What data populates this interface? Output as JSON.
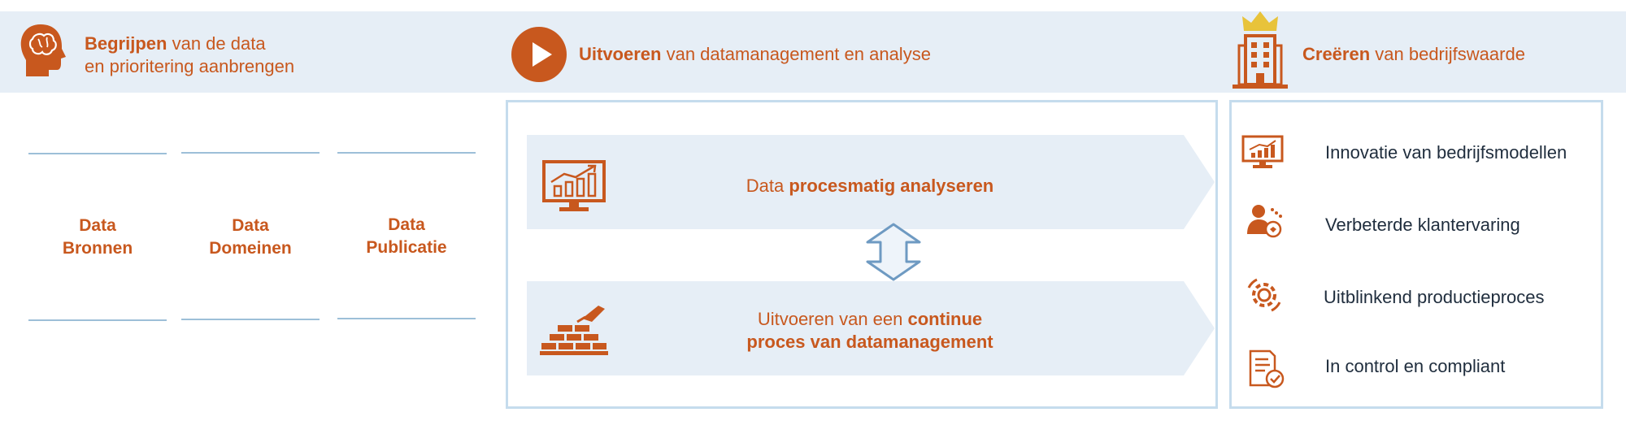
{
  "header": {
    "understand": {
      "strong": "Begrijpen",
      "rest_line1": " van de data",
      "line2": "en prioritering aanbrengen",
      "icon": "brain-head-icon"
    },
    "execute": {
      "strong": "Uitvoeren",
      "rest": " van datamanagement en analyse",
      "icon": "play-button-icon"
    },
    "create": {
      "strong": "Creëren",
      "rest": " van bedrijfswaarde",
      "icon": "crowned-building-icon"
    }
  },
  "data_columns": [
    {
      "line1": "Data",
      "line2": "Bronnen"
    },
    {
      "line1": "Data",
      "line2": "Domeinen"
    },
    {
      "line1": "Data",
      "line2": "Publicatie"
    }
  ],
  "process_bands": [
    {
      "prefix": "Data ",
      "strong": "procesmatig analyseren",
      "icon": "monitor-chart-icon"
    },
    {
      "line1_prefix": "Uitvoeren van een ",
      "line1_strong": "continue",
      "line2_strong": "proces van datamanagement",
      "icon": "brick-wall-trowel-icon"
    }
  ],
  "connector_icon": "double-arrow-icon",
  "values": [
    {
      "label": "Innovatie van bedrijfsmodellen",
      "icon": "monitor-chart-icon"
    },
    {
      "label": "Verbeterde klantervaring",
      "icon": "customer-icon"
    },
    {
      "label": "Uitblinkend productieproces",
      "icon": "gear-icon"
    },
    {
      "label": "In control en compliant",
      "icon": "checked-document-icon"
    }
  ],
  "colors": {
    "accent": "#c8581e",
    "band": "#e6eef6",
    "panel_border": "#c5dced",
    "line": "#9dbfd8",
    "crown": "#e8c33a"
  }
}
